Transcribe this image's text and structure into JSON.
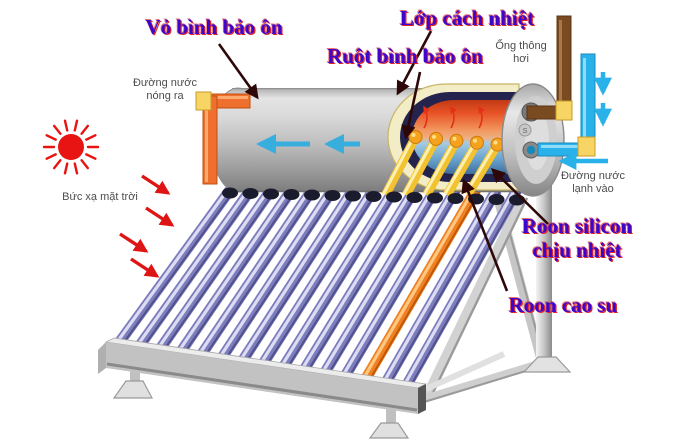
{
  "diagram_subject": "solar-water-heater-cutaway",
  "labels": {
    "tank_shell": "Vỏ bình bảo ôn",
    "insulation_layer": "Lớp cách nhiệt",
    "inner_tank": "Ruột bình bảo ôn",
    "vent_pipe_l1": "Ống thông",
    "vent_pipe_l2": "hơi",
    "hot_water_out_l1": "Đường nước",
    "hot_water_out_l2": "nóng ra",
    "solar_radiation": "Bức xạ mặt trời",
    "cold_water_in_l1": "Đường nước",
    "cold_water_in_l2": "lạnh vào",
    "silicone_seal_l1": "Roon silicon",
    "silicone_seal_l2": "chịu nhiệt",
    "rubber_seal": "Roon cao su",
    "tank_emblem": "S"
  },
  "colors": {
    "label_primary": "#3d06cc",
    "label_fringe": "#e02424",
    "label_secondary": "#4d4d4d",
    "sun_red": "#e81313",
    "radiation_arrow_red": "#dd1515",
    "hot_pipe_orange": "#ef6f2e",
    "cold_pipe_cyan": "#29b2e9",
    "vent_pipe_brown": "#7a4a21",
    "fitting_yellow": "#f6d565",
    "vacuum_tube_violet": "#7d7dbe",
    "orange_tube": "#f08024",
    "insulation_cream": "#f2edc6",
    "inner_wall_navy": "#23234e",
    "hot_water_orange": "#e85326",
    "cold_water_blue": "#5e9ecc",
    "frame_silver": "#cccccc",
    "annotation_arrow_dark": "#2e0808"
  },
  "icons": {
    "sun": "sun-icon",
    "arrows": [
      "radiation-arrow",
      "flow-arrow-left",
      "flow-arrow-down",
      "annotation-arrow"
    ]
  }
}
